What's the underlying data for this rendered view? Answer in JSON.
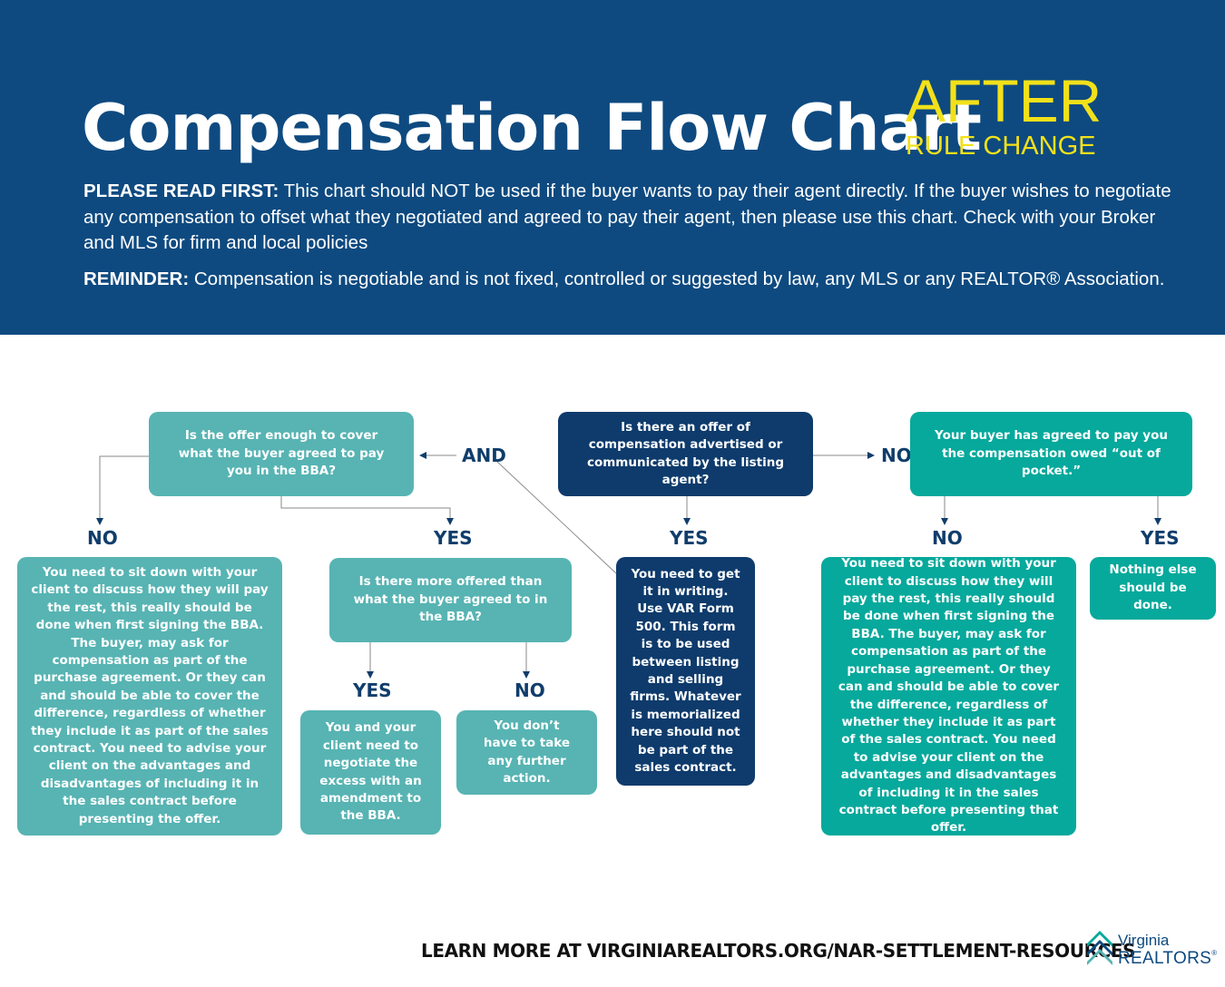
{
  "header": {
    "title": "Compensation Flow Chart",
    "after": "AFTER",
    "rule_change": "RULE CHANGE",
    "please_read_label": "PLEASE READ FIRST:",
    "please_read_text": " This chart should NOT be used if the buyer wants to pay their agent directly. If the buyer wishes to negotiate any compensation to offset what they negotiated and agreed to pay their agent, then please use this chart. Check with your Broker and MLS for firm and local policies",
    "reminder_label": "REMINDER:",
    "reminder_text": " Compensation is negotiable and is not fixed, controlled or suggested by law, any MLS or any REALTOR® Association."
  },
  "flow": {
    "start": "Is there an offer of compensation advertised or communicated by the listing agent?",
    "and_label": "AND",
    "no_label_right": "NO",
    "offer_enough": "Is the offer enough to cover what the buyer agreed to pay you in the BBA?",
    "out_of_pocket": "Your buyer has agreed to pay you the compensation owed “out of pocket.”",
    "no_1": "NO",
    "yes_1": "YES",
    "yes_center": "YES",
    "no_right": "NO",
    "yes_right": "YES",
    "sit_down_left": "You need to sit down with your client to discuss how they will pay the rest, this really should be done when first signing the BBA. The buyer, may ask for compensation as part of the purchase agreement. Or they can and should be able to cover the difference, regardless of whether they include it as part of the sales contract. You need to advise your client on the advantages and disadvantages of including it in the sales contract before presenting the offer.",
    "more_offered": "Is there more offered than what the buyer agreed to in the BBA?",
    "yes_2": "YES",
    "no_2": "NO",
    "amendment": "You and your client need to negotiate the excess with an amendment to the BBA.",
    "no_action": "You don’t have to take any further action.",
    "in_writing": "You need to get it in writing. Use VAR Form 500. This form is to be used between listing and selling firms. Whatever is memorialized here should not be part of the sales contract.",
    "sit_down_right": "You need to sit down with your client to discuss how they will pay the rest, this really should be done when first signing the BBA. The buyer, may ask for compensation as part of the purchase agreement. Or they can and should be able to cover the difference, regardless of whether they include it as part of the sales contract. You need to advise your client on the advantages and disadvantages of including it in the sales contract before presenting that offer.",
    "nothing_else": "Nothing else should be done."
  },
  "footer": {
    "learn_more": "LEARN MORE AT VIRGINIAREALTORS.ORG/NAR-SETTLEMENT-RESOURCES",
    "logo_line1": "Virginia",
    "logo_line2": "REALTORS",
    "logo_reg": "®"
  },
  "colors": {
    "header_bg": "#0e4a80",
    "accent_yellow": "#f2e11a",
    "box_light_teal": "#57b4b3",
    "box_dark_navy": "#0e3b6c",
    "box_turquoise": "#06a99c",
    "label_navy": "#103d6b"
  }
}
